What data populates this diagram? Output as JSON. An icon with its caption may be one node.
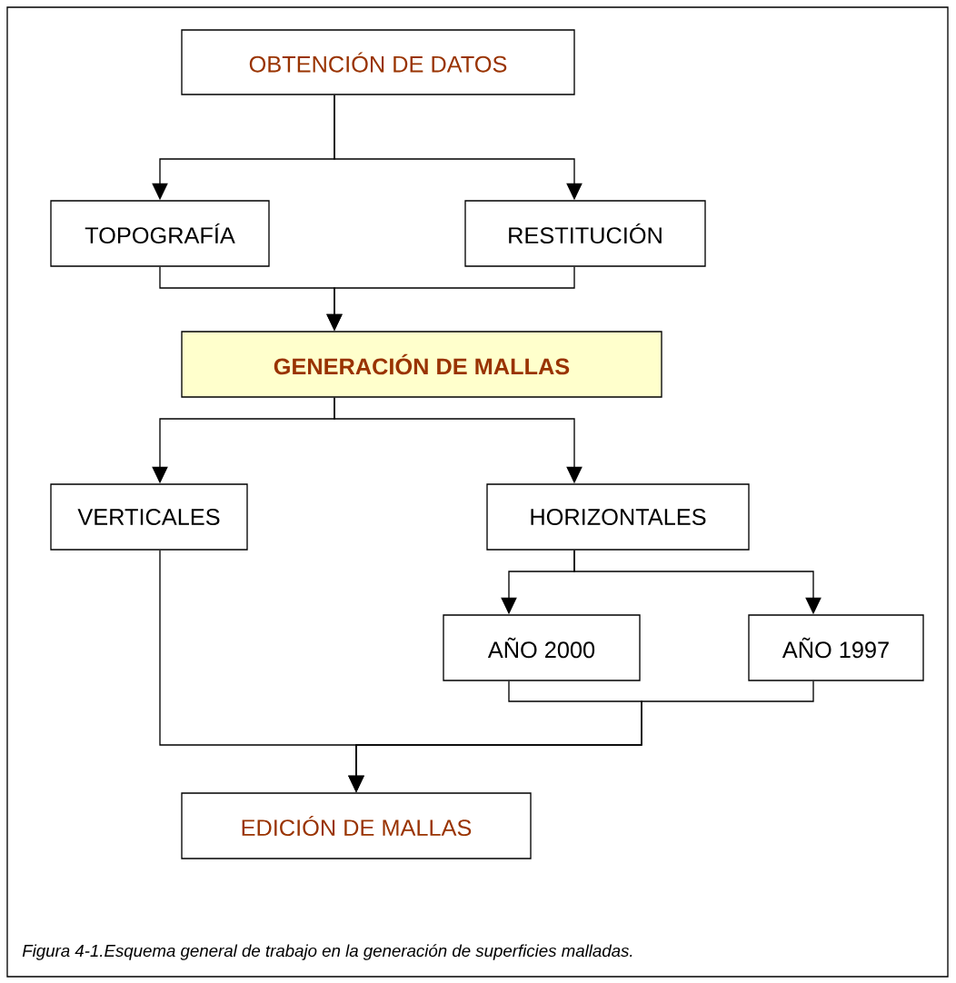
{
  "diagram": {
    "caption": "Figura 4-1.Esquema general de trabajo en la generación de superficies malladas.",
    "nodes": [
      {
        "text": [
          "OBTENCIÓN DE DATOS"
        ]
      },
      {
        "text": [
          "TOPOGRAFÍA"
        ]
      },
      {
        "text": [
          "RESTITUCIÓN"
        ]
      },
      {
        "text": [
          "GENERACIÓN DE MALLAS"
        ]
      },
      {
        "text": [
          "VERTICALES"
        ]
      },
      {
        "text": [
          "HORIZONTALES"
        ]
      },
      {
        "text": [
          "AÑO 2000"
        ]
      },
      {
        "text": [
          "AÑO 1997"
        ]
      },
      {
        "text": [
          "EDICIÓN DE MALLAS"
        ]
      }
    ],
    "edges": [
      {
        "from": 0,
        "to": 1,
        "arrow": "to"
      },
      {
        "from": 0,
        "to": 2,
        "arrow": "to"
      },
      {
        "from": 1,
        "to": 3,
        "arrow": "to"
      },
      {
        "from": 2,
        "to": 3,
        "arrow": "to"
      },
      {
        "from": 3,
        "to": 4,
        "arrow": "to"
      },
      {
        "from": 3,
        "to": 5,
        "arrow": "to"
      },
      {
        "from": 5,
        "to": 6,
        "arrow": "to"
      },
      {
        "from": 5,
        "to": 7,
        "arrow": "to"
      },
      {
        "from": 4,
        "to": 8,
        "arrow": "to"
      },
      {
        "from": 6,
        "to": 8,
        "arrow": "to"
      },
      {
        "from": 7,
        "to": 8,
        "arrow": "to"
      }
    ]
  }
}
